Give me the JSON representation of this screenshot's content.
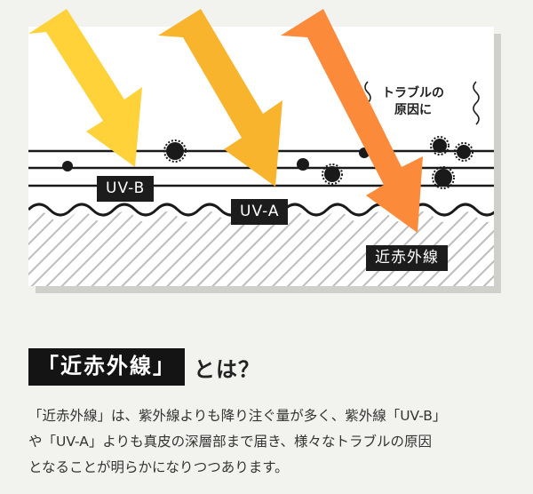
{
  "illustration": {
    "labels": {
      "uvb": "UV-B",
      "uva": "UV-A",
      "nir": "近赤外線"
    },
    "trouble_note": [
      "トラブルの",
      "原因に"
    ],
    "colors": {
      "uvb_arrow": "#ffd23a",
      "uva_arrow": "#f7b42c",
      "nir_arrow": "#fb8a3a",
      "label_bg": "#1c1c1c",
      "page_bg": "#f2f2ef"
    }
  },
  "section": {
    "heading_box": "「近赤外線」",
    "heading_rest": "とは？",
    "body_lines": [
      "「近赤外線」は、紫外線よりも降り注ぐ量が多く、紫外線「UV-B」",
      "や「UV-A」よりも真皮の深層部まで届き、様々なトラブルの原因",
      "となることが明らかになりつつあります。"
    ]
  }
}
